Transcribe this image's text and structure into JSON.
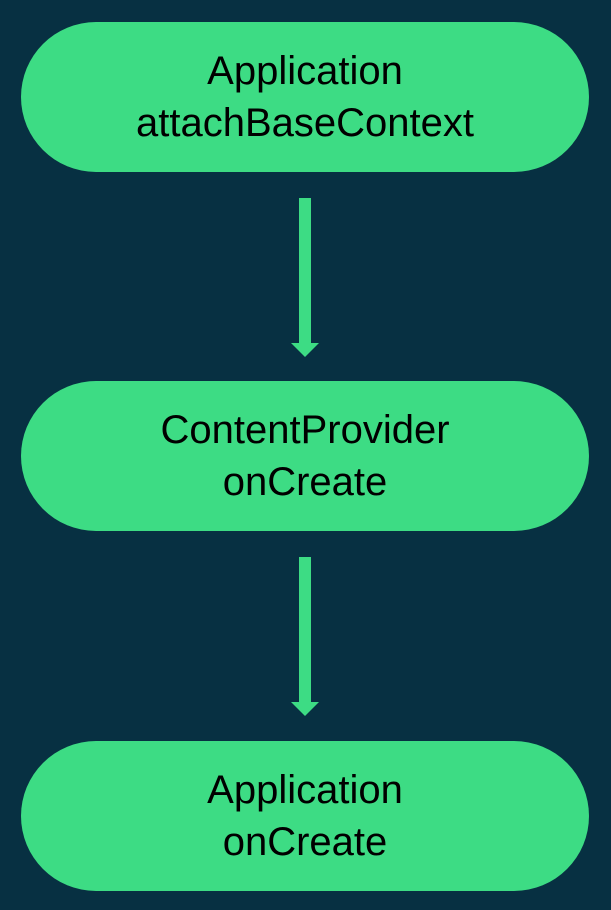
{
  "colors": {
    "background": "#073042",
    "node_fill": "#3ddc84",
    "arrow": "#3ddc84",
    "text": "#000000"
  },
  "nodes": [
    {
      "line1": "Application",
      "line2": "attachBaseContext"
    },
    {
      "line1": "ContentProvider",
      "line2": "onCreate"
    },
    {
      "line1": "Application",
      "line2": "onCreate"
    }
  ]
}
